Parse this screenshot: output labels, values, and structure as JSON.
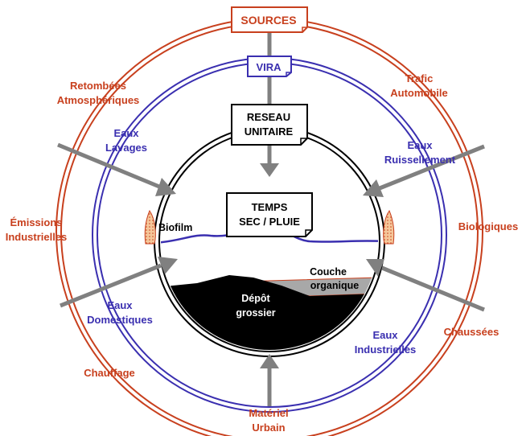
{
  "boxes": {
    "sources": "SOURCES",
    "vira": "VIRA",
    "reseau_line1": "RESEAU",
    "reseau_line2": "UNITAIRE",
    "temps_line1": "TEMPS",
    "temps_line2": "SEC / PLUIE"
  },
  "sources_labels": {
    "retombees_line1": "Retombées",
    "retombees_line2": "Atmosphériques",
    "trafic_line1": "Trafic",
    "trafic_line2": "Automobile",
    "emissions_line1": "Émissions",
    "emissions_line2": "Industrielles",
    "biologiques": "Biologiques",
    "chaussees": "Chaussées",
    "chauffage": "Chauffage",
    "materiel_line1": "Matériel",
    "materiel_line2": "Urbain"
  },
  "vira_labels": {
    "eaux_lavages_line1": "Eaux",
    "eaux_lavages_line2": "Lavages",
    "eaux_ruissellement_line1": "Eaux",
    "eaux_ruissellement_line2": "Ruissellement",
    "eaux_domestiques_line1": "Eaux",
    "eaux_domestiques_line2": "Domestiques",
    "eaux_industrielles_line1": "Eaux",
    "eaux_industrielles_line2": "Industrielles"
  },
  "pipe_labels": {
    "biofilm": "Biofilm",
    "couche_line1": "Couche",
    "couche_line2": "organique",
    "depot_line1": "Dépôt",
    "depot_line2": "grossier"
  },
  "colors": {
    "sources_ring": "#c8401e",
    "vira_ring": "#3a2fb0",
    "arrow": "#808080",
    "water_line": "#3a2fb0",
    "deposit": "#000000",
    "organic_layer": "#a8a8a8",
    "biofilm_fill": "#f5c79a"
  }
}
